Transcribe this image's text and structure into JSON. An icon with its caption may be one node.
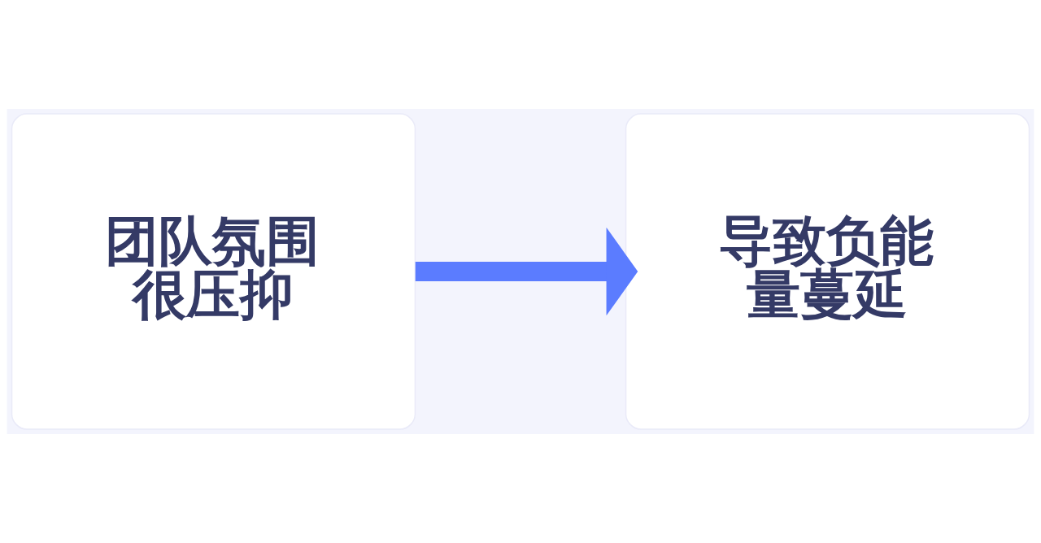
{
  "diagram": {
    "nodes": [
      {
        "text": [
          "团队氛围很压抑"
        ]
      },
      {
        "text": [
          "导致负能量蔓延"
        ]
      }
    ],
    "edges": [
      {
        "from": 0,
        "to": 1,
        "arrow": "to",
        "color": "#5b7cff"
      }
    ]
  }
}
